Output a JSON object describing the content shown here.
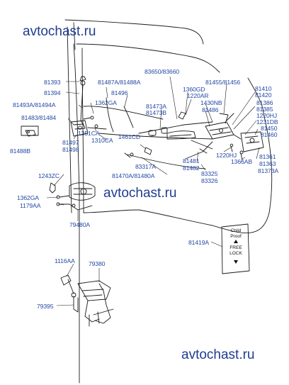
{
  "watermark": {
    "top": "avtochast.ru",
    "middle": "avtochast.ru",
    "bottom": "avtochast.ru"
  },
  "labels": {
    "p81393": "81393",
    "p81394": "81394",
    "p81493": "81493A/81494A",
    "p81483": "81483/81484",
    "p81488": "81488B",
    "p1362ga_top": "1362GA",
    "p1351ca": "1351CA",
    "p1310ca": "1310CA",
    "p81497": "81497",
    "p81498": "81498",
    "p81487": "81487A/81488A",
    "p81496": "81496",
    "p83650": "83650/83660",
    "p1360gd": "1360GD",
    "p1220ar": "1220AR",
    "p81473a": "81473A",
    "p81473b": "81473B",
    "p1430nb": "1430NB",
    "p81486": "81486",
    "p81455": "81455/81456",
    "p81410": "81410",
    "p81420": "81420",
    "p81386": "81386",
    "p81385": "81385",
    "p1220hj_r": "1220HJ",
    "p1231db": "1231DB",
    "p81450": "81450",
    "p81460": "81460",
    "p1461cd": "1461CD",
    "p83317a": "83317A",
    "p81481": "81481",
    "p81482": "81482",
    "p1220hj_m": "1220HJ",
    "p1366ab": "1366AB",
    "p81361": "81361",
    "p81363": "81363",
    "p81373a": "81373A",
    "p83325": "83325",
    "p83326": "83326",
    "p81470a": "81470A/81480A",
    "p1243zc": "1243ZC",
    "p1362ga_low": "1362GA",
    "p1179aa": "1179AA",
    "p79480a": "79480A",
    "p81419a": "81419A",
    "p1116aa": "1116AA",
    "p79380": "79380",
    "p79395": "79395"
  },
  "lock_card": {
    "line1": "Child",
    "line2": "Proof",
    "line3": "FREE",
    "line4": "LOCK"
  },
  "colors": {
    "label": "#2448a4",
    "watermark": "#1f3d8f",
    "lines": "#1a1a1a"
  }
}
